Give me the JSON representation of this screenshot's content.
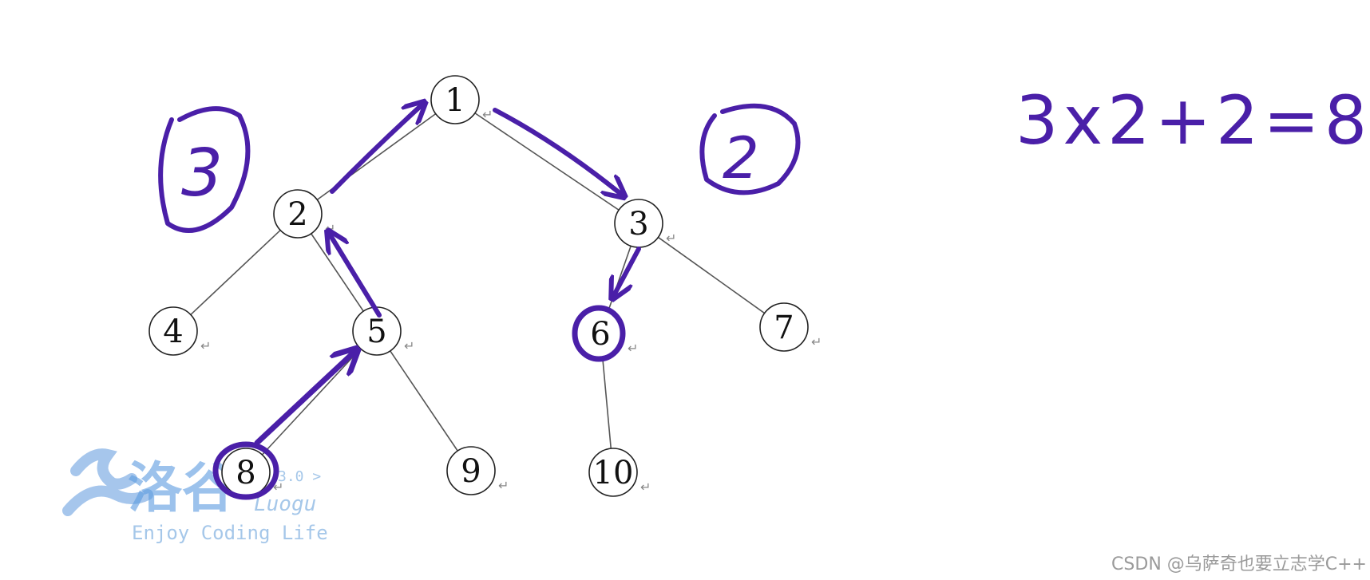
{
  "tree": {
    "nodes": [
      {
        "id": "1",
        "label": "1"
      },
      {
        "id": "2",
        "label": "2"
      },
      {
        "id": "3",
        "label": "3"
      },
      {
        "id": "4",
        "label": "4"
      },
      {
        "id": "5",
        "label": "5"
      },
      {
        "id": "6",
        "label": "6"
      },
      {
        "id": "7",
        "label": "7"
      },
      {
        "id": "8",
        "label": "8"
      },
      {
        "id": "9",
        "label": "9"
      },
      {
        "id": "10",
        "label": "10"
      }
    ],
    "edges": [
      [
        "1",
        "2"
      ],
      [
        "1",
        "3"
      ],
      [
        "2",
        "4"
      ],
      [
        "2",
        "5"
      ],
      [
        "3",
        "6"
      ],
      [
        "3",
        "7"
      ],
      [
        "5",
        "8"
      ],
      [
        "5",
        "9"
      ],
      [
        "6",
        "10"
      ]
    ],
    "return_mark": "↵"
  },
  "annotations": {
    "left_count": "3",
    "right_count": "2",
    "equation": "3x2+2=8",
    "highlighted_nodes": [
      "6",
      "8"
    ],
    "path_arrows": [
      [
        "8",
        "5"
      ],
      [
        "5",
        "2"
      ],
      [
        "2",
        "1"
      ],
      [
        "1",
        "3"
      ],
      [
        "3",
        "6"
      ]
    ],
    "ink_color": "#4a1fa8"
  },
  "watermark": {
    "name": "洛谷",
    "version": "3.0 >",
    "latin": "Luogu",
    "slogan": "Enjoy Coding Life"
  },
  "footer": {
    "credit": "CSDN @乌萨奇也要立志学C++"
  }
}
